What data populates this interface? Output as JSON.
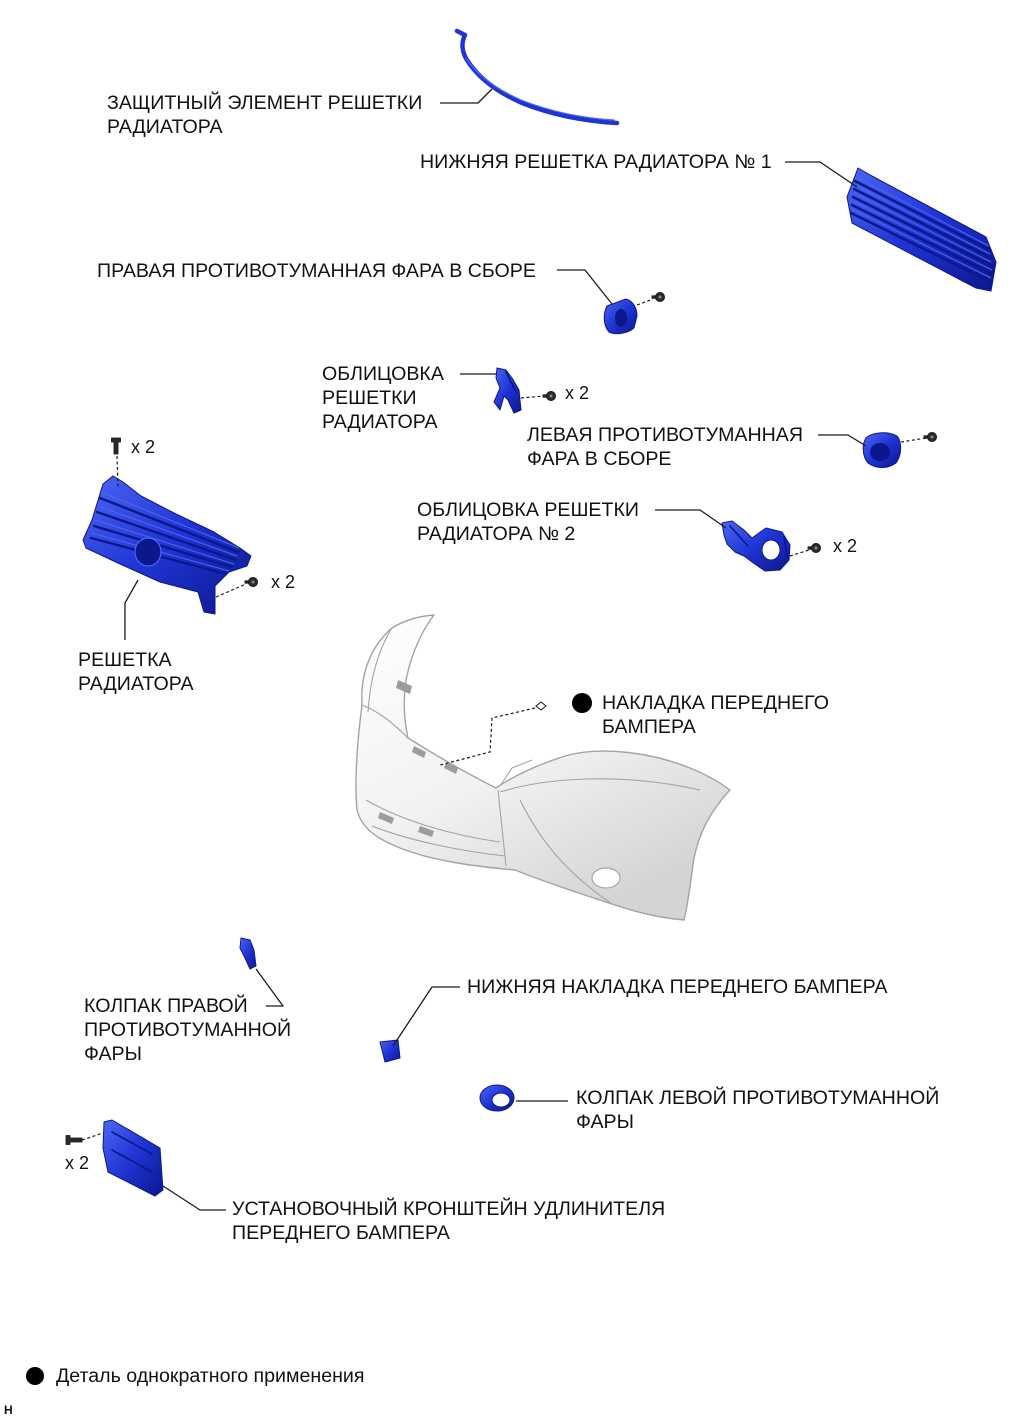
{
  "colors": {
    "part_fill": "#1f34d3",
    "part_shade": "#0c178c",
    "part_highlight": "#4d67f3",
    "bumper_fill": "#f2f2f2",
    "bumper_shade": "#d4d4d4",
    "bumper_edge": "#a3a3a3",
    "leader_line": "#1b1b1b",
    "text": "#121212",
    "marker": "#000000"
  },
  "parts": {
    "grille_protector": {
      "label": [
        "ЗАЩИТНЫЙ ЭЛЕМЕНТ РЕШЕТКИ",
        "РАДИАТОРА"
      ]
    },
    "lower_grille_1": {
      "label": [
        "НИЖНЯЯ РЕШЕТКА РАДИАТОРА № 1"
      ]
    },
    "right_fog_lamp": {
      "label": [
        "ПРАВАЯ ПРОТИВОТУМАННАЯ ФАРА В СБОРЕ"
      ],
      "fastener_icon": "screw-icon"
    },
    "grille_molding": {
      "label": [
        "ОБЛИЦОВКА",
        "РЕШЕТКИ",
        "РАДИАТОРА"
      ],
      "fastener_icon": "screw-icon",
      "fastener_qty": "x 2"
    },
    "left_fog_lamp": {
      "label": [
        "ЛЕВАЯ ПРОТИВОТУМАННАЯ",
        "ФАРА В СБОРЕ"
      ],
      "fastener_icon": "screw-icon"
    },
    "grille_molding_2": {
      "label": [
        "ОБЛИЦОВКА РЕШЕТКИ",
        "РАДИАТОРА № 2"
      ],
      "fastener_icon": "screw-icon",
      "fastener_qty": "x 2"
    },
    "radiator_grille": {
      "label": [
        "РЕШЕТКА",
        "РАДИАТОРА"
      ],
      "clip_icon": "clip-icon",
      "clip_qty": "x 2",
      "fastener_icon": "screw-icon",
      "fastener_qty": "x 2"
    },
    "front_bumper_cover": {
      "label": [
        "НАКЛАДКА ПЕРЕДНЕГО",
        "БАМПЕРА"
      ],
      "one_time_use": true
    },
    "right_fog_cover": {
      "label": [
        "КОЛПАК ПРАВОЙ",
        "ПРОТИВОТУМАННОЙ",
        "ФАРЫ"
      ]
    },
    "lower_bumper_cover": {
      "label": [
        "НИЖНЯЯ НАКЛАДКА ПЕРЕДНЕГО БАМПЕРА"
      ]
    },
    "left_fog_cover": {
      "label": [
        "КОЛПАК ЛЕВОЙ ПРОТИВОТУМАННОЙ",
        "ФАРЫ"
      ]
    },
    "extension_bracket": {
      "label": [
        "УСТАНОВОЧНЫЙ КРОНШТЕЙН УДЛИНИТЕЛЯ",
        "ПЕРЕДНЕГО БАМПЕРА"
      ],
      "fastener_icon": "clip-icon",
      "fastener_qty": "x 2"
    }
  },
  "legend": {
    "marker_icon": "filled-circle-icon",
    "text": "Деталь однократного применения"
  },
  "corner_mark": "H"
}
